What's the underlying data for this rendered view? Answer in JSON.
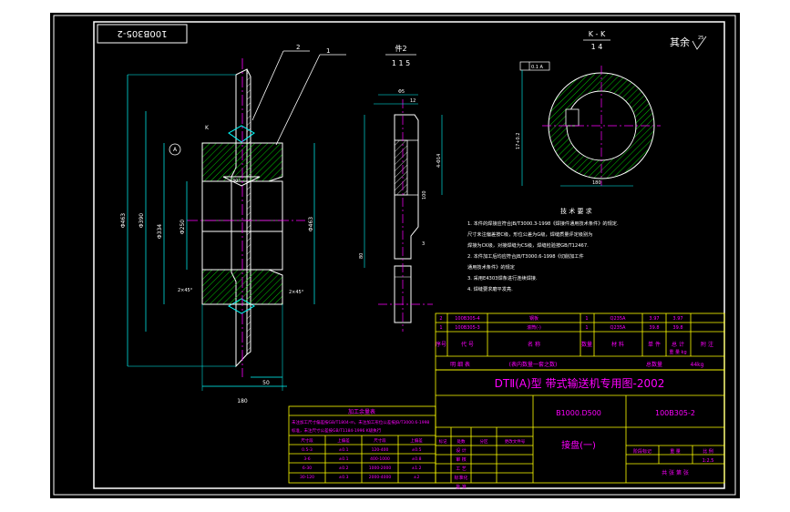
{
  "colors": {
    "background": "#000000",
    "frame": "#ffffff",
    "geometry": "#ffffff",
    "dimension": "#00ffff",
    "text": "#ffffff",
    "annotation": "#ff00ff",
    "hatch": "#00ff00",
    "centerline": "#ff00ff",
    "table_line": "#ffff00",
    "table_text": "#ff00ff"
  },
  "drawing_number_corner": "100B305-2",
  "section_label": {
    "top": "K - K",
    "bottom": "1 4"
  },
  "detail_label": {
    "top": "件2",
    "bottom": "1 1 5"
  },
  "roughness_note": "其余",
  "roughness_value": "25",
  "tolerance_box": "0.1 A",
  "callouts": {
    "part1": "1",
    "part2": "2",
    "k": "K"
  },
  "dims": {
    "d_outer": "Φ463",
    "d_hub": "Φ390",
    "d_bore": "Φ250",
    "d_pitch": "Φ334",
    "len_total": "180",
    "len_hub": "50",
    "chamfer_left": "2×45°",
    "chamfer_right": "2×45°",
    "weld": "3",
    "angle": "30°",
    "keyway_w": "180",
    "keyway_h": "17+0.2",
    "det_a": "Φ5",
    "det_b": "4-Φ14",
    "det_c": "12",
    "det_d": "80",
    "det_e": "100"
  },
  "tech_req": {
    "title": "技 术 要 求",
    "lines": [
      "1. 本件的焊接应符合JB/T3000.3-1998《焊接件通用技术条件》的规定.",
      "   尺寸未注偏差按C级，形位公差为G级，焊缝质量评定级别为",
      "   焊接为CK级，对接焊缝为CS级，焊缝检验按GB/T12467.",
      "2. 本件加工后均应符合JB/T3000.6-1998《切削加工件",
      "   通用技术条件》的规定",
      "3. 采用E4303焊条进行连续焊接.",
      "4. 焊缝要求磨平发亮."
    ]
  },
  "bom": {
    "rows": [
      [
        "2",
        "100B305-4",
        "钢板",
        "1",
        "Q235A",
        "3.97",
        "3.97",
        ""
      ],
      [
        "1",
        "100B305-3",
        "滚筒(-)",
        "1",
        "Q235A",
        "39.8",
        "39.8",
        ""
      ]
    ],
    "header": [
      "序号",
      "代 号",
      "名 称",
      "数量",
      "材 料",
      "单 件",
      "总 计",
      "附 注"
    ],
    "weight_label": "重 量 kg",
    "note_row": [
      "明 细 表",
      "(表内数量一套之数)",
      "总数量",
      "44kg"
    ]
  },
  "title_block": {
    "main_title": "DTⅡ(A)型 带式输送机专用图-2002",
    "spec": "B1000.D500",
    "drawing_no": "100B305-2",
    "part_name": "接盘(一)",
    "stage": "阶段标记",
    "weight": "重 量",
    "scale": "比 例",
    "scale_value": "1:2.5",
    "sheet": "共    张    第    张",
    "labels": [
      "标记",
      "处数",
      "分区",
      "更改文件号",
      "签名",
      "年月日"
    ],
    "roles": [
      "设 计",
      "审 核",
      "工 艺",
      "标准化",
      "批 准"
    ]
  },
  "tolerance_table": {
    "title": "加工余量表",
    "lines": [
      "未注加工尺寸偏差按GB/T1804-m，未注加工形位公差按JB/T3000.6-1998",
      "标准，未注尺寸公差按GB/T1184-1996 K级执行"
    ],
    "header": [
      "尺寸段",
      "上偏差",
      "尺寸段",
      "上偏差"
    ],
    "rows": [
      [
        "0.5-3",
        "±0.1",
        "120-400",
        "±0.5"
      ],
      [
        "3-6",
        "±0.1",
        "400-1000",
        "±0.8"
      ],
      [
        "6-30",
        "±0.2",
        "1000-2000",
        "±1.2"
      ],
      [
        "30-120",
        "±0.3",
        "2000-4000",
        "±2"
      ]
    ]
  }
}
